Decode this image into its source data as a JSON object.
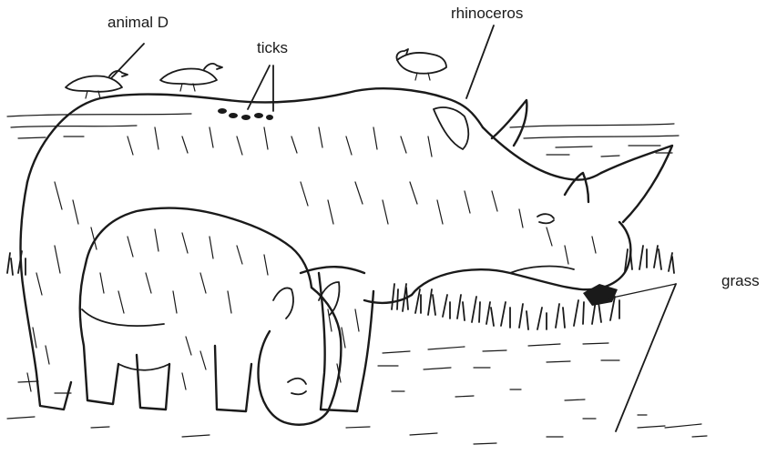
{
  "labels": {
    "animal_d": "animal D",
    "ticks": "ticks",
    "rhinoceros": "rhinoceros",
    "grass": "grass"
  },
  "colors": {
    "ink": "#1a1a1a",
    "background": "#ffffff"
  }
}
